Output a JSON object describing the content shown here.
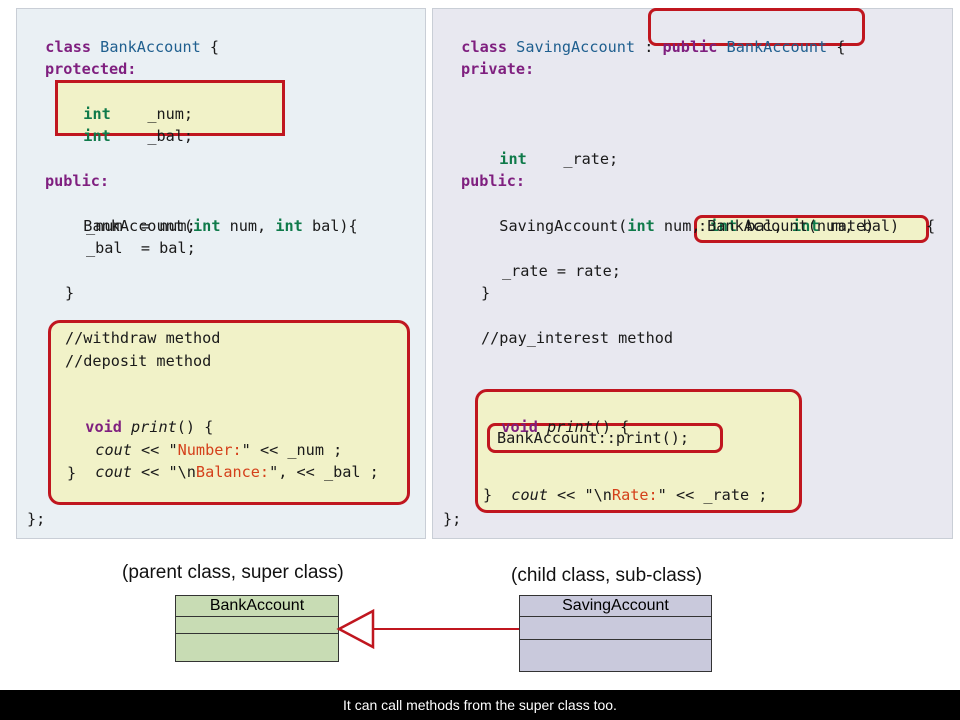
{
  "left_code": {
    "class_kw": "class",
    "class_name": "BankAccount",
    "brace_open": "{",
    "protected_label": "protected:",
    "fields": [
      {
        "type": "int",
        "name": "_num;"
      },
      {
        "type": "int",
        "name": "_bal;"
      }
    ],
    "public_label": "public:",
    "ctor": {
      "name": "BankAccount(",
      "t1": "int",
      "p1": "num,",
      "t2": "int",
      "p2": "bal",
      "end": "){"
    },
    "assign_num": "_num  = num;",
    "assign_bal": "_bal  = bal;",
    "close_brace": "}",
    "comment_withdraw": "//withdraw method",
    "comment_deposit": "//deposit method",
    "print_void": "void",
    "print_name": "print",
    "print_paren": "() {",
    "cout1": {
      "cout": "cout",
      "op": "<<",
      "q1": "\"",
      "str": "Number:",
      "q2": "\"",
      "rest": "<< _num ;"
    },
    "cout2": {
      "cout": "cout",
      "op": "<<",
      "q1": "\"\\n",
      "str": "Balance:",
      "q2": "\",",
      "rest": "<< _bal ;"
    },
    "print_close": "}",
    "end": "};"
  },
  "right_code": {
    "class_kw": "class",
    "class_name": "SavingAccount",
    "inherit_colon": ":",
    "inherit_kw": "public",
    "inherit_base": "BankAccount",
    "brace_open": "{",
    "private_label": "private:",
    "field": {
      "type": "int",
      "name": "_rate;"
    },
    "public_label": "public:",
    "ctor": {
      "name": "SavingAccount(",
      "t1": "int",
      "p1": "num,",
      "t2": "int",
      "p2": "bal,",
      "t3": "int",
      "p3": "rate",
      "end": ")"
    },
    "init_list": ":BankAccount(num, bal)",
    "init_brace": "{",
    "assign_rate": "_rate = rate;",
    "close_brace": "}",
    "comment_pay": "//pay_interest method",
    "print_void": "void",
    "print_name": "print",
    "print_paren": "() {",
    "base_call": "BankAccount::print();",
    "cout": {
      "cout": "cout",
      "op": "<<",
      "q1": "\"\\n",
      "str": "Rate:",
      "q2": "\"",
      "rest": "<< _rate ;"
    },
    "print_close": "}",
    "end": "};"
  },
  "uml": {
    "parent_caption": "(parent class, super class)",
    "child_caption": "(child class, sub-class)",
    "parent_name": "BankAccount",
    "child_name": "SavingAccount",
    "parent_fill": "#c8dcb4",
    "child_fill": "#c9c9dc",
    "arrow_color": "#c0161f"
  },
  "caption": "It can call methods from the super class too."
}
